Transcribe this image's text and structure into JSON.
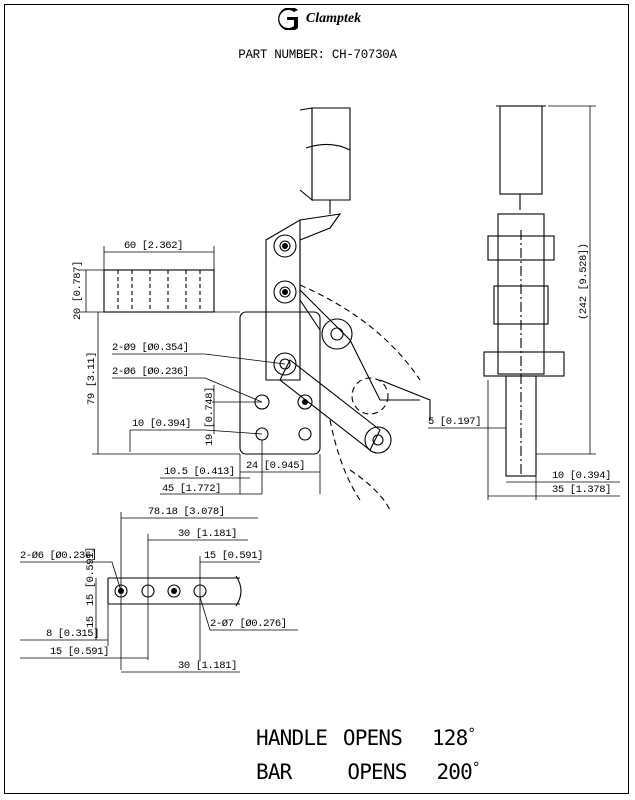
{
  "brand": "Clamptek",
  "part_number": "PART NUMBER: CH-70730A",
  "icons": {
    "logo": "clamptek-logo-icon"
  },
  "dimensions": {
    "top_width": "60 [2.362]",
    "left_height_20": "20 [0.787]",
    "left_height_79": "79 [3.11]",
    "hole_9": "2-Ø9 [Ø0.354]",
    "hole_6": "2-Ø6 [Ø0.236]",
    "v_19": "19 [0.748]",
    "h_10": "10 [0.394]",
    "h_10_5": "10.5 [0.413]",
    "h_24": "24 [0.945]",
    "h_45": "45 [1.772]",
    "side_5": "5 [0.197]",
    "side_242": "(242 [9.528])",
    "side_10": "10 [0.394]",
    "side_35": "35 [1.378]",
    "bar_78": "78.18 [3.078]",
    "bar_30a": "30 [1.181]",
    "bar_15a": "15 [0.591]",
    "bar_hole6": "2-Ø6 [Ø0.236]",
    "bar_v15a": "15 [0.591]",
    "bar_hole7": "2-Ø7 [Ø0.276]",
    "bar_8": "8 [0.315]",
    "bar_15b": "15 [0.591]",
    "bar_30b": "30 [1.181]"
  },
  "notes": {
    "handle_label": "HANDLE",
    "handle_opens": "OPENS",
    "handle_angle": "128",
    "bar_label": "BAR",
    "bar_opens": "OPENS",
    "bar_angle": "200",
    "degree_symbol": "°"
  }
}
